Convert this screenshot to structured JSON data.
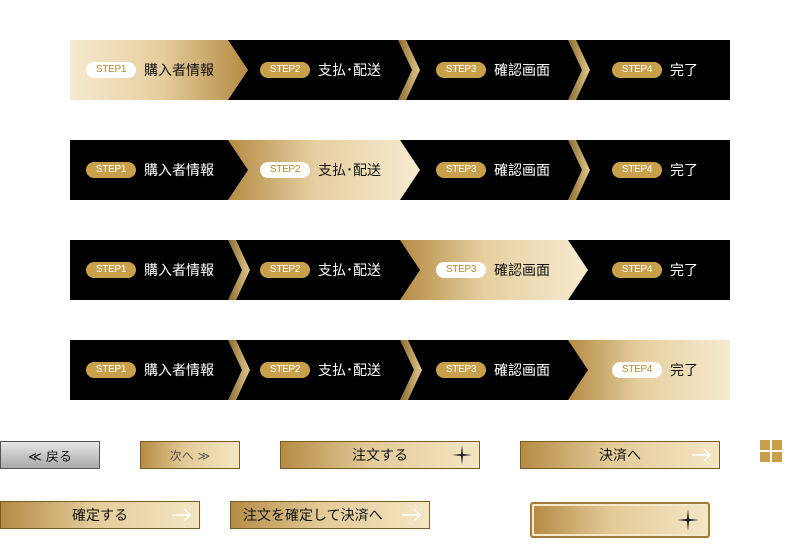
{
  "steps": [
    {
      "badge": "STEP1",
      "label": "購入者情報"
    },
    {
      "badge": "STEP2",
      "label": "支払･配送"
    },
    {
      "badge": "STEP3",
      "label": "確認画面"
    },
    {
      "badge": "STEP4",
      "label": "完了"
    }
  ],
  "active_steps": [
    1,
    2,
    3,
    4
  ],
  "buttons": {
    "back": "≪ 戻る",
    "next": "次へ ≫",
    "order": "注文する",
    "checkout": "決済へ",
    "confirm": "確定する",
    "confirm_checkout": "注文を確定して決済へ"
  },
  "colors": {
    "gold": "#c9a04a",
    "gold_light": "#f4e6c4",
    "bar": "#000000"
  },
  "icons": {
    "sparkle": "sparkle-icon",
    "arrow": "arrow-right-icon",
    "cross": "cross-icon"
  }
}
